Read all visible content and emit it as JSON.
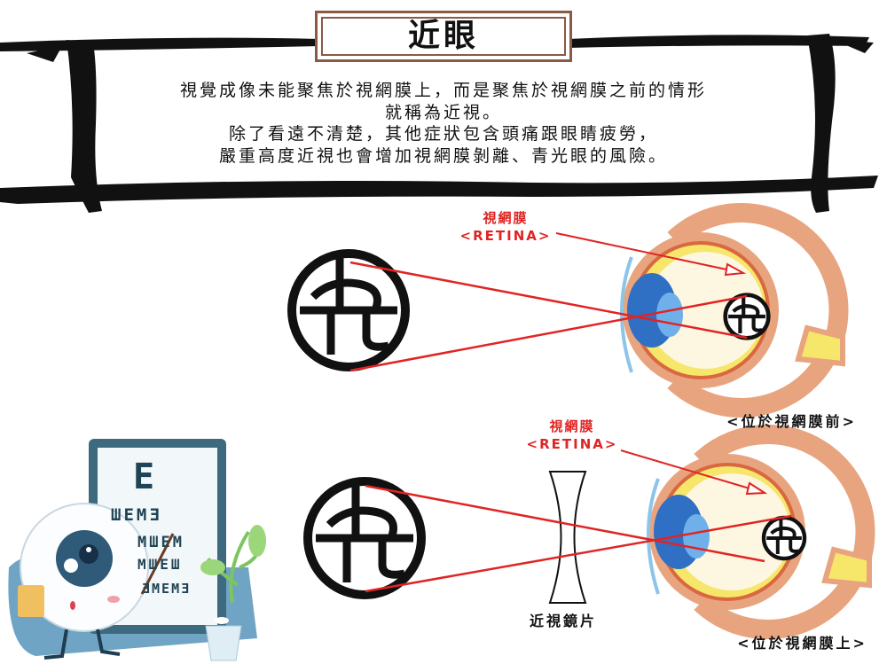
{
  "title": "近眼",
  "description": [
    "視覺成像未能聚焦於視網膜上，而是聚焦於視網膜之前的情形",
    "就稱為近視。",
    "除了看遠不清楚，其他症狀包含頭痛跟眼睛疲勞，",
    "嚴重高度近視也會增加視網膜剝離、青光眼的風險。"
  ],
  "diagram_top": {
    "retina_label": "視網膜",
    "retina_label_en": "<RETINA>",
    "caption": "<位於視網膜前>"
  },
  "diagram_bottom": {
    "retina_label": "視網膜",
    "retina_label_en": "<RETINA>",
    "lens_label": "近視鏡片",
    "caption": "<位於視網膜上>"
  },
  "eye_chart": {
    "rows": [
      "E",
      "ШEMƎ",
      "MШEM",
      "MШEШ",
      "ƎMEMƎ"
    ]
  },
  "colors": {
    "accent_red": "#e02424",
    "frame_brown": "#8a5a44",
    "eye_outer": "#e8a47e",
    "eye_yellow": "#f6e66a",
    "cornea_blue": "#2f6fc4"
  }
}
